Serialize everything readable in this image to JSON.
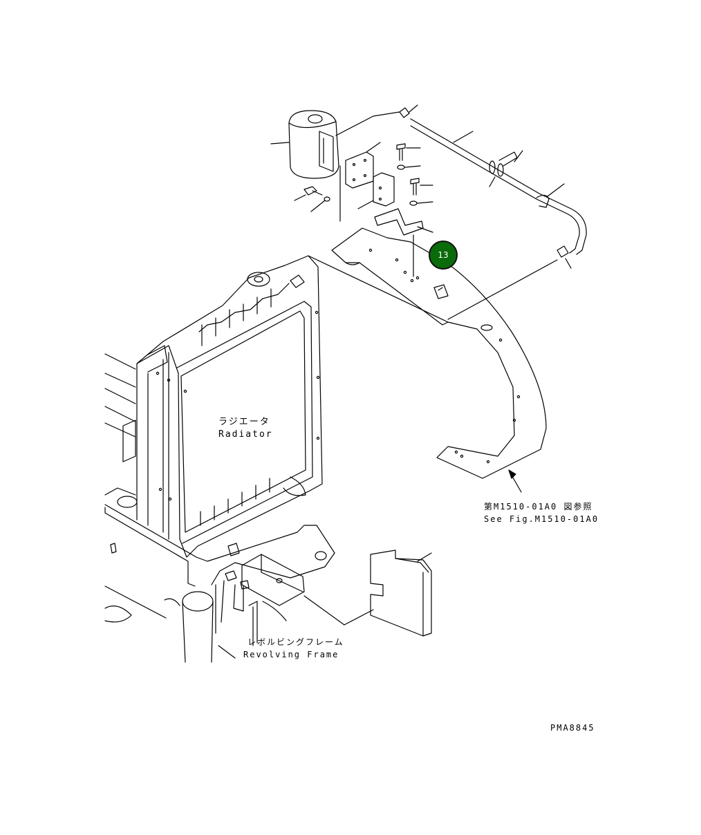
{
  "callout": {
    "number": "13",
    "color": "#0a6b0a"
  },
  "labels": {
    "radiator_jp": "ラジエータ",
    "radiator_en": "Radiator",
    "see_fig_jp": "第M1510-01A0 図参照",
    "see_fig_en": "See Fig.M1510-01A0",
    "frame_jp": "レボルビングフレーム",
    "frame_en": "Revolving Frame",
    "drawing_no": "PMA8845"
  }
}
